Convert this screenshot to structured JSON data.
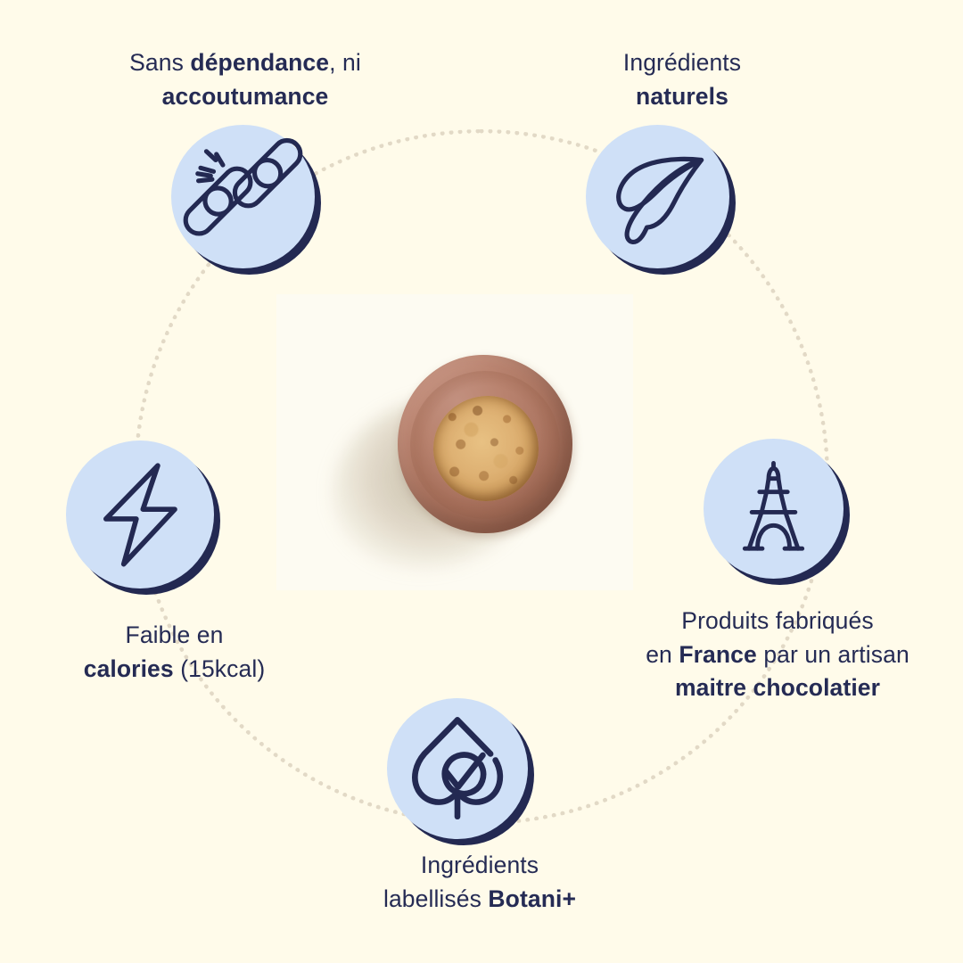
{
  "theme": {
    "background_color": "#FFFBEA",
    "badge_fill_color": "#CFE0F7",
    "badge_ring_color": "#232952",
    "text_color": "#252B54",
    "connector_color": "#E2D9C6"
  },
  "center": {
    "product_name": "chocolate-coated puffed snack ball",
    "photo_alt": "Vue de dessus d'une bouchee enrobee de chocolat au coeur souffle"
  },
  "connector": {
    "style": "dotted-circle"
  },
  "benefits": [
    {
      "id": "no-dependence",
      "icon": "broken-chain-icon",
      "position": "top-left",
      "caption_parts": [
        {
          "text": "Sans ",
          "bold": false
        },
        {
          "text": "dépendance",
          "bold": true
        },
        {
          "text": ", ni ",
          "bold": false
        },
        {
          "text": "accoutumance",
          "bold": true
        }
      ],
      "caption_plain": "Sans dépendance, ni accoutumance"
    },
    {
      "id": "natural-ingredients",
      "icon": "leaf-icon",
      "position": "top-right",
      "caption_parts": [
        {
          "text": "Ingrédients ",
          "bold": false
        },
        {
          "text": "naturels",
          "bold": true
        }
      ],
      "caption_plain": "Ingrédients naturels"
    },
    {
      "id": "low-calories",
      "icon": "lightning-bolt-icon",
      "position": "left",
      "caption_parts": [
        {
          "text": "Faible en ",
          "bold": false
        },
        {
          "text": "calories",
          "bold": true
        },
        {
          "text": " (15kcal)",
          "bold": false
        }
      ],
      "caption_plain": "Faible en calories (15kcal)"
    },
    {
      "id": "made-in-france",
      "icon": "eiffel-tower-icon",
      "position": "right",
      "caption_parts": [
        {
          "text": "Produits fabriqués en ",
          "bold": false
        },
        {
          "text": "France",
          "bold": true
        },
        {
          "text": " par un artisan ",
          "bold": false
        },
        {
          "text": "maitre chocolatier",
          "bold": true
        }
      ],
      "caption_plain": "Produits fabriqués en France par un artisan maitre chocolatier"
    },
    {
      "id": "botani-plus-label",
      "icon": "droplet-check-leaf-icon",
      "position": "bottom",
      "caption_parts": [
        {
          "text": "Ingrédients labellisés ",
          "bold": false
        },
        {
          "text": "Botani+",
          "bold": true
        }
      ],
      "caption_plain": "Ingrédients labellisés Botani+"
    }
  ]
}
